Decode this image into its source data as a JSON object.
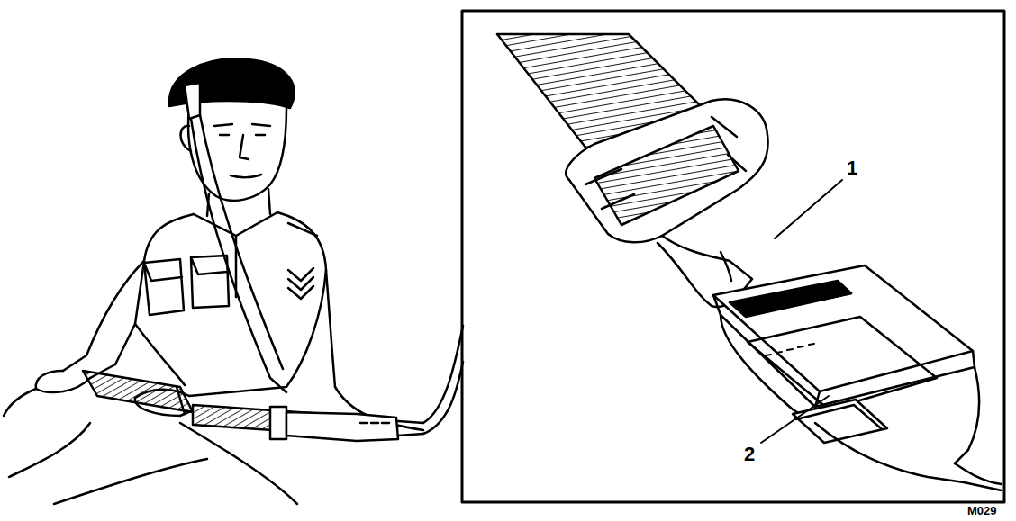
{
  "diagram": {
    "labels": [
      "1",
      "2",
      "M029"
    ]
  }
}
